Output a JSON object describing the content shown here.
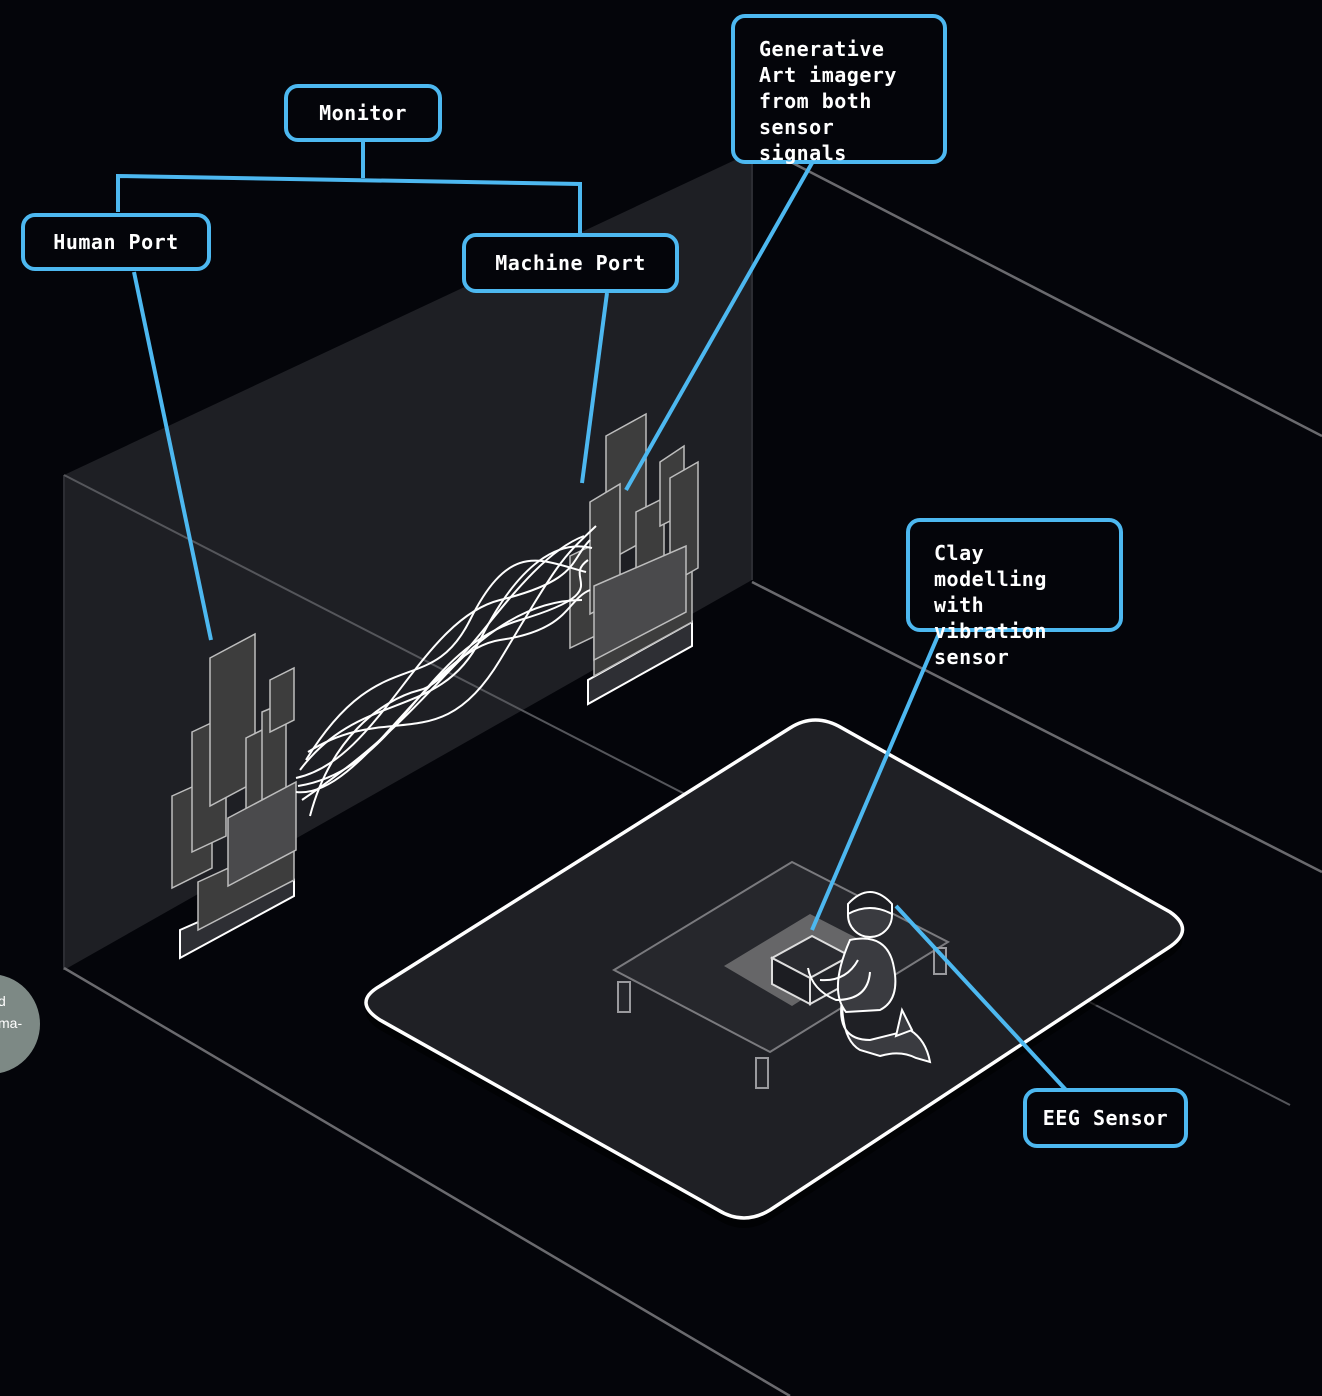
{
  "labels": {
    "monitor": "Monitor",
    "human_port": "Human Port",
    "machine_port": "Machine Port",
    "generative_art": "Generative\nArt imagery\nfrom both\nsensor signals",
    "clay_modelling": "Clay modelling\nwith vibration\nsensor",
    "eeg_sensor": "EEG Sensor"
  },
  "side_note": "d\nma-",
  "colors": {
    "background": "#04050a",
    "accent": "#4db8f0",
    "wall": "#1e1f24",
    "panel": "#3d3d3d",
    "line": "#ffffff"
  }
}
